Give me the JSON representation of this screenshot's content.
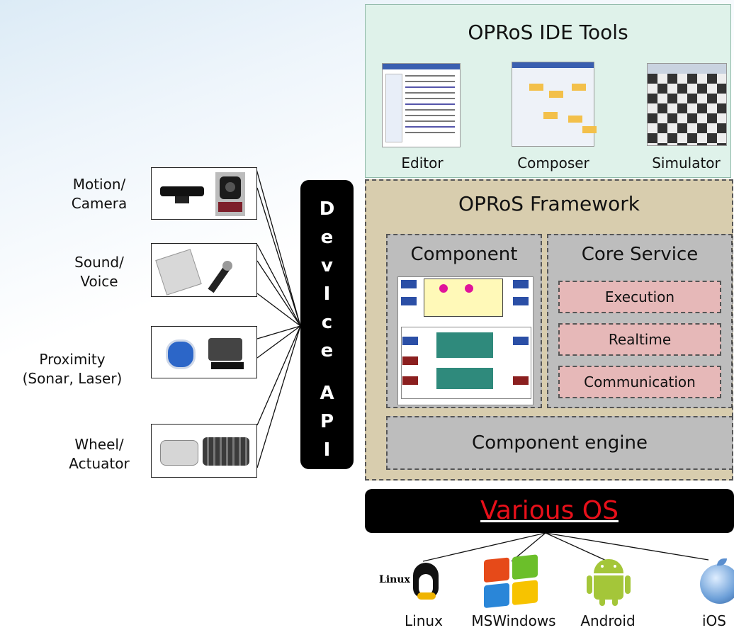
{
  "ide": {
    "title": "OPRoS IDE Tools",
    "tools": [
      "Editor",
      "Composer",
      "Simulator"
    ]
  },
  "framework": {
    "title": "OPRoS Framework",
    "component": "Component",
    "core_service": {
      "title": "Core Service",
      "items": [
        "Execution",
        "Realtime",
        "Communication"
      ]
    },
    "engine": "Component engine"
  },
  "device_api": {
    "letters": [
      "D",
      "e",
      "v",
      "I",
      "c",
      "e",
      "A",
      "P",
      "I"
    ]
  },
  "devices": [
    {
      "line1": "Motion/",
      "line2": "Camera"
    },
    {
      "line1": "Sound/",
      "line2": "Voice"
    },
    {
      "line1": "Proximity",
      "line2": "(Sonar, Laser)"
    },
    {
      "line1": "Wheel/",
      "line2": "Actuator"
    }
  ],
  "os": {
    "title": "Various OS",
    "platforms": [
      "Linux",
      "MSWindows",
      "Android",
      "iOS"
    ],
    "linux_logo_text": "Linux"
  },
  "colors": {
    "ide_bg": "#dff2ea",
    "framework_bg": "#d8cdae",
    "core_item_bg": "#e6b8b8",
    "os_title": "#e8101a"
  }
}
